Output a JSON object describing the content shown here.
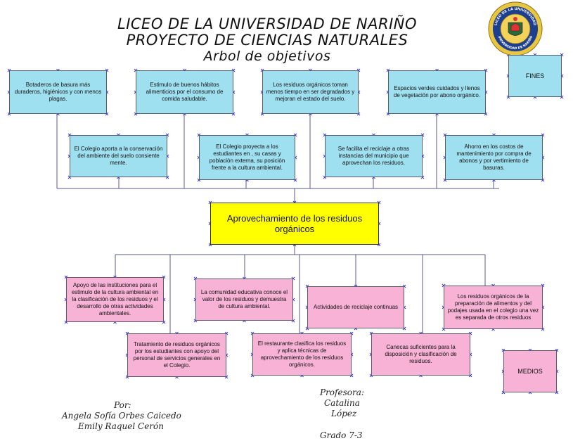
{
  "header": {
    "title_line1": "LICEO DE LA UNIVERSIDAD DE NARIÑO",
    "title_line2": "PROYECTO DE CIENCIAS NATURALES",
    "title_line3": "Arbol de objetivos"
  },
  "seal": {
    "icon": "university-seal-icon",
    "text_top": "LICEO DE LA UNIVERSIDAD",
    "text_bottom": "UNIVERSIDAD DE NARIÑO",
    "colors": {
      "outer": "#e8c640",
      "inner": "#1d3f8f",
      "center": "#f2d25a"
    }
  },
  "fines": {
    "label": "FINES",
    "top_row": [
      "Botaderos de basura más duraderos, higiénicos y con menos plagas.",
      "Estimulo de buenos hábitos alimenticios por el consumo de comida saludable.",
      "Los residuos orgánicos toman menos tiempo en ser degradados y mejoran el estado del suelo.",
      "Espacios verdes cuidados y llenos de vegetación por  abono orgánico."
    ],
    "second_row": [
      "El Colegio aporta a la conservación  del ambiente del suelo consiente mente.",
      "El Colegio proyecta a los estudiantes en , su casas y población externa, su posición frente a la cultura ambiental.",
      "Se facilita el reciclaje a otras instancias del municipio que aprovechan los residuos.",
      "Ahorro en los costos de mantenimiento por compra de abonos y por vertimiento de basuras."
    ]
  },
  "center": {
    "label": "Aprovechamiento de los residuos orgánicos"
  },
  "medios": {
    "label": "MEDIOS",
    "top_row": [
      "Apoyo de las instituciones para el estimulo de la cultura ambiental en la clasificación de los residuos y el desarrollo de otras actividades ambientales.",
      "La comunidad educativa conoce el valor de los residuos y demuestra de cultura ambiental.",
      "Actividades de reciclaje continuas",
      "Los residuos orgánicos de la preparación de alimentos y del podajes usada en el colegio una vez es separada de otros residuos"
    ],
    "bottom_row": [
      "Tratamiento de residuos orgánicos por los estudiantes con apoyo del personal de servicios generales en el Colegio.",
      "El restaurante clasifica los residuos y aplica técnicas de aprovechamiento de los residuos orgánicos.",
      "Canecas suficientes para la disposición y clasificación de residuos."
    ]
  },
  "authors": {
    "label": "Por:",
    "names": [
      "Angela Sofía Orbes Caicedo",
      "Emily Raquel Cerón"
    ]
  },
  "teacher": {
    "label": "Profesora:",
    "first_name": "Catalina",
    "last_name": "López"
  },
  "grade": "Grado 7-3",
  "colors": {
    "fines_box": "#9fe0f0",
    "medios_box": "#f7b2d6",
    "center_box": "#ffff00",
    "connector": "#5a5a8a",
    "handle": "#3a3ad0"
  }
}
